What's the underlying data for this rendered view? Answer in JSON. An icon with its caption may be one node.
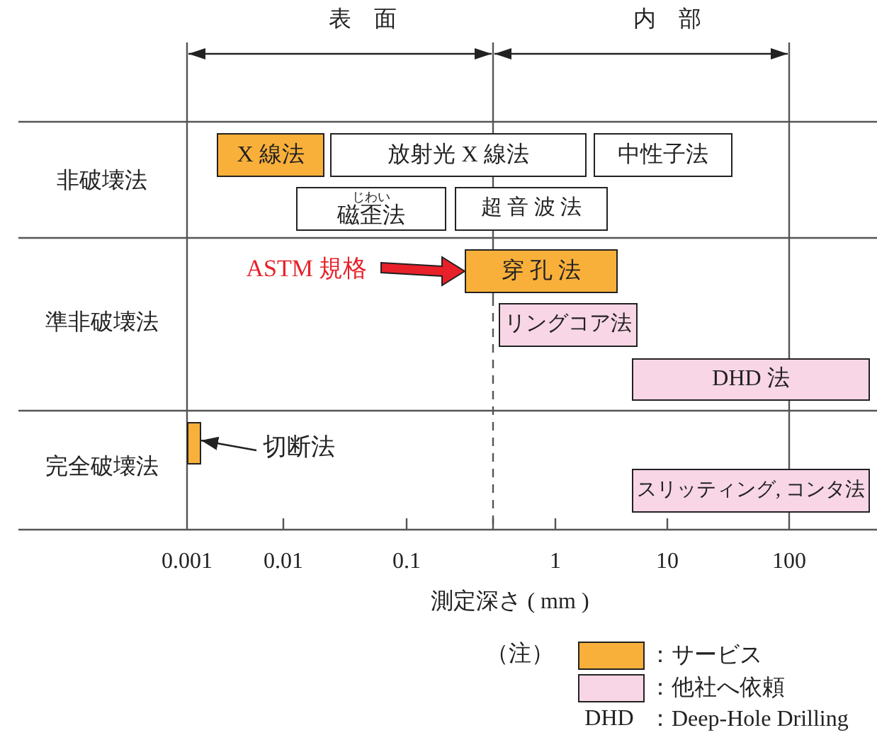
{
  "diagram": {
    "nodes": [
      {
        "text": [
          "X 線法"
        ]
      },
      {
        "text": [
          "放射光 X 線法"
        ]
      },
      {
        "text": [
          "中性子法"
        ]
      },
      {
        "text": [
          "じわい",
          "磁歪法"
        ]
      },
      {
        "text": [
          "超 音 波 法"
        ]
      },
      {
        "text": [
          "ASTM 規格"
        ]
      },
      {
        "text": [
          "穿 孔 法"
        ]
      },
      {
        "text": [
          "リングコア法"
        ]
      },
      {
        "text": [
          "DHD 法"
        ]
      },
      {
        "text": [],
        "shape": "bar"
      },
      {
        "text": [
          "切断法"
        ]
      },
      {
        "text": [
          "スリッティング, コンタ法"
        ]
      }
    ],
    "edges": [
      {
        "from": 5,
        "to": 6,
        "arrow": "to",
        "style": "thick",
        "color": "#e8202a"
      },
      {
        "from": 10,
        "to": 9,
        "arrow": "to"
      }
    ],
    "labels": [
      "表 面",
      "内 部",
      "非破壊法",
      "準非破壊法",
      "完全破壊法",
      "0.001",
      "0.01",
      "0.1",
      "1",
      "10",
      "100",
      "測定深さ ( mm )",
      "（注）",
      "DHD",
      "：Deep-Hole Drilling"
    ],
    "legend": [
      {
        "text": "：サービス",
        "color": "#f9b03a"
      },
      {
        "text": "：他社へ依頼",
        "color": "#f8d6e6"
      }
    ]
  }
}
